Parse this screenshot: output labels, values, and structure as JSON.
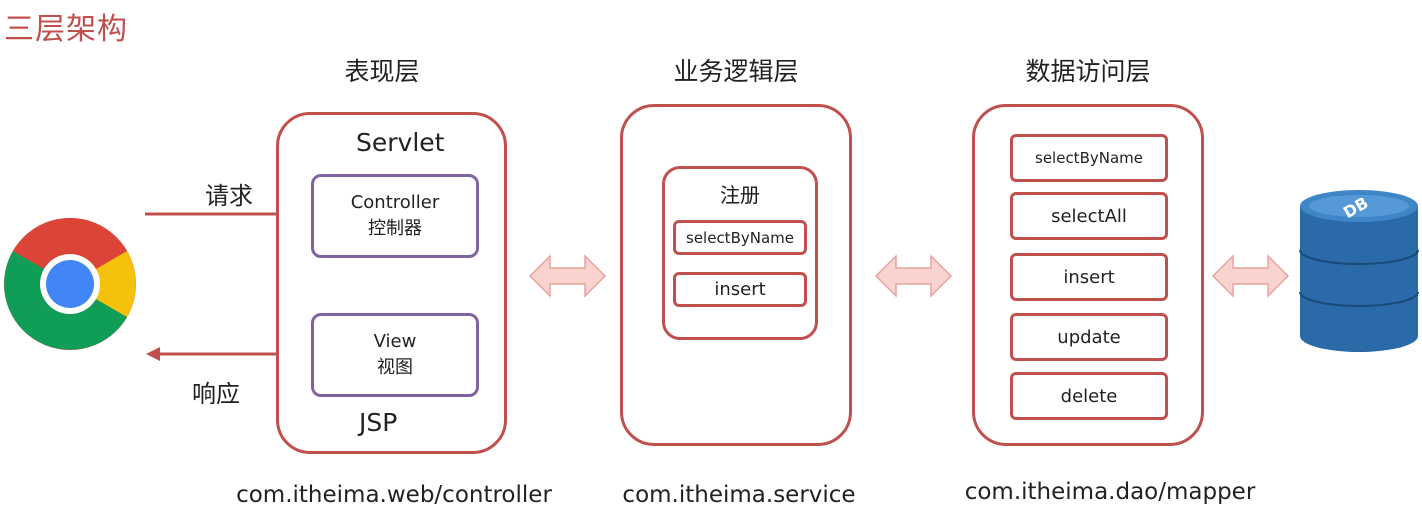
{
  "title": "三层架构",
  "layers": {
    "presentation": {
      "title": "表现层",
      "servlet_label": "Servlet",
      "controller": {
        "line1": "Controller",
        "line2": "控制器"
      },
      "view": {
        "line1": "View",
        "line2": "视图"
      },
      "jsp_label": "JSP",
      "package": "com.itheima.web/controller"
    },
    "business": {
      "title": "业务逻辑层",
      "group_label": "注册",
      "methods": [
        "selectByName",
        "insert"
      ],
      "package": "com.itheima.service"
    },
    "data_access": {
      "title": "数据访问层",
      "methods": [
        "selectByName",
        "selectAll",
        "insert",
        "update",
        "delete"
      ],
      "package": "com.itheima.dao/mapper"
    }
  },
  "browser": {
    "icon": "chrome-icon"
  },
  "flow": {
    "request_label": "请求",
    "response_label": "响应"
  },
  "database": {
    "icon": "database-icon",
    "label": "DB"
  },
  "colors": {
    "box_red": "#c0504d",
    "box_purple": "#8064a2",
    "arrow_fill": "#f8d3cf"
  }
}
